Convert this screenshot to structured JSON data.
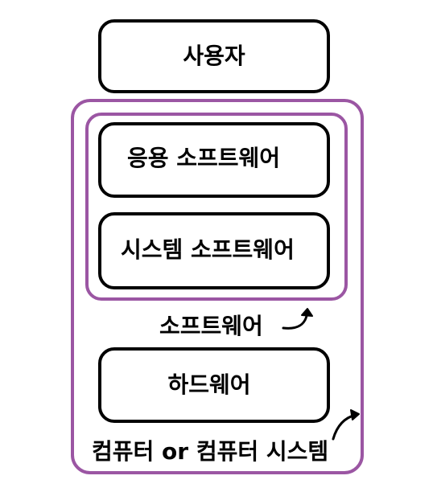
{
  "boxes": {
    "user": "사용자",
    "application_software": "응용 소프트웨어",
    "system_software": "시스템 소프트웨어",
    "hardware": "하드웨어"
  },
  "labels": {
    "software": "소프트웨어",
    "computer_system": "컴퓨터 or 컴퓨터 시스템"
  },
  "colors": {
    "box_border": "#000000",
    "group_border": "#9b56a3",
    "text": "#000000",
    "background": "#ffffff"
  }
}
